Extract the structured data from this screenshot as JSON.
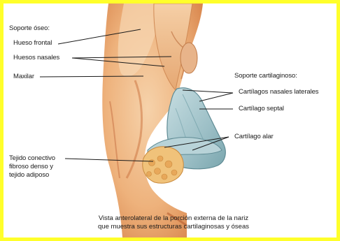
{
  "labels": {
    "soporte_oseo": "Soporte óseo:",
    "hueso_frontal": "Hueso frontal",
    "huesos_nasales": "Huesos nasales",
    "maxilar": "Maxilar",
    "soporte_cartilaginoso": "Soporte cartilaginoso:",
    "cartilagos_laterales": "Cartílagos nasales laterales",
    "cartilago_septal": "Cartílago septal",
    "cartilago_alar": "Cartílago alar",
    "tejido_line1": "Tejido conectivo",
    "tejido_line2": "fibroso denso y",
    "tejido_line3": "tejido adiposo"
  },
  "caption": {
    "line1": "Vista anterolateral de la porción externa de la nariz",
    "line2": "que muestra sus estructuras cartilaginosas y óseas"
  },
  "colors": {
    "border": "#ffff2a",
    "skin_light": "#f4c89a",
    "skin_mid": "#e9a66f",
    "skin_dark": "#c96f3c",
    "cartilage": "#a9c9cf",
    "cartilage_dark": "#6f9ea7",
    "adipose": "#f0c27a",
    "line": "#1a1a1a"
  }
}
